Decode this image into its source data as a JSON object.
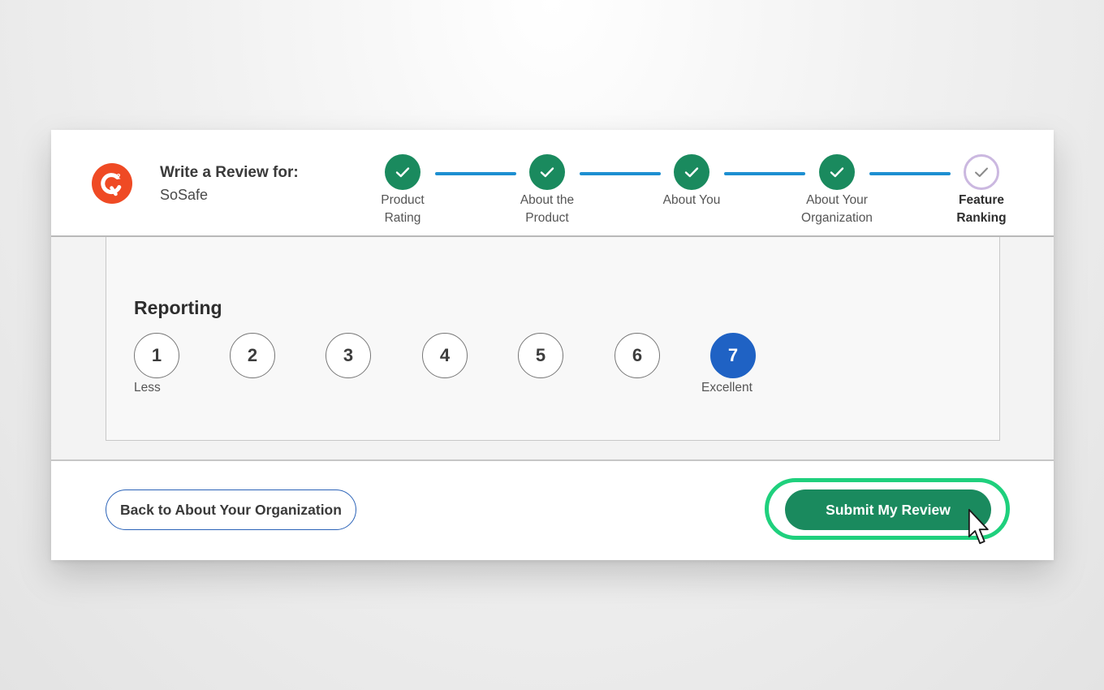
{
  "header": {
    "logo_icon": "g2-logo-icon",
    "title": "Write a Review for:",
    "product_name": "SoSafe",
    "steps": [
      {
        "line1": "Product",
        "line2": "Rating",
        "status": "complete"
      },
      {
        "line1": "About the",
        "line2": "Product",
        "status": "complete"
      },
      {
        "line1": "About You",
        "line2": "",
        "status": "complete"
      },
      {
        "line1": "About Your",
        "line2": "Organization",
        "status": "complete"
      },
      {
        "line1": "Feature",
        "line2": "Ranking",
        "status": "current"
      }
    ]
  },
  "feature": {
    "title": "Reporting",
    "options": [
      "1",
      "2",
      "3",
      "4",
      "5",
      "6",
      "7"
    ],
    "selected": "7",
    "low_label": "Less",
    "high_label": "Excellent"
  },
  "footer": {
    "back_label": "Back to About Your Organization",
    "submit_label": "Submit My Review"
  },
  "colors": {
    "complete": "#1a8a5e",
    "connector": "#1d8fd1",
    "selected": "#1f62c4",
    "highlight": "#1fd07d",
    "logo": "#ef4a24"
  }
}
